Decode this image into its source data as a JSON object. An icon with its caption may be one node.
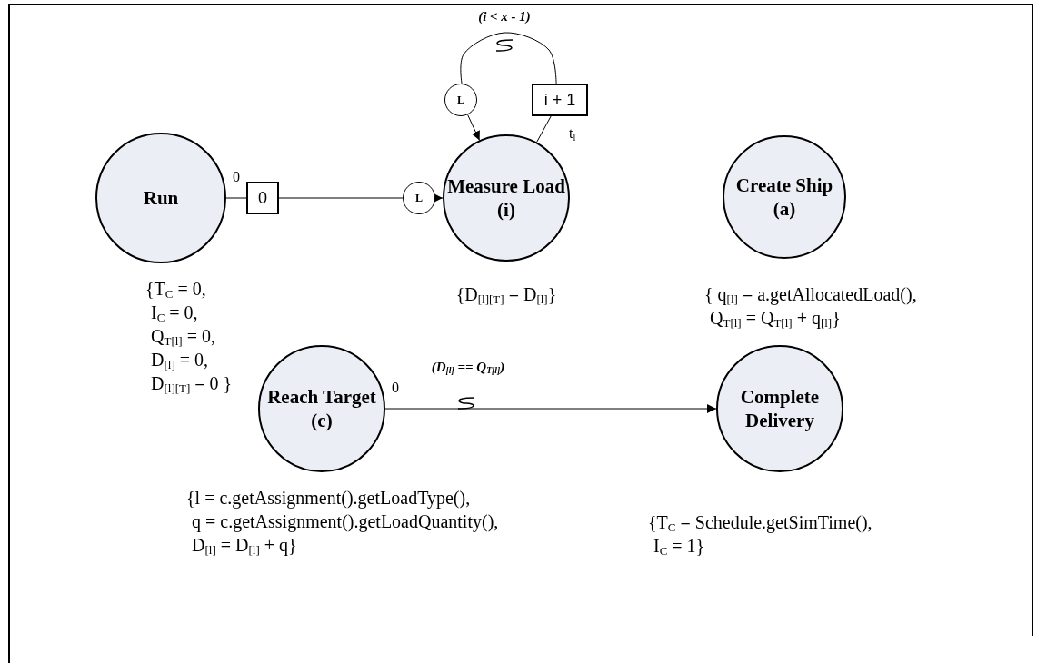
{
  "diagram": {
    "nodes": [
      {
        "text": [
          "Run"
        ],
        "beside": [
          "{T$_{C}$ = 0,",
          "I$_{C}$ = 0,",
          "Q$_{T[l]}$ = 0,",
          "D$_{[l]}$ = 0,",
          "D$_{[l][T]}$ = 0 }"
        ]
      },
      {
        "text": [
          "0"
        ]
      },
      {
        "text": [
          "L"
        ]
      },
      {
        "text": [
          "Measure Load",
          "(i)"
        ],
        "beside": [
          "{D$_{[l][T]}$ = D$_{[l]}$}"
        ]
      },
      {
        "text": [
          "i + 1"
        ]
      },
      {
        "text": [
          "L"
        ]
      },
      {
        "text": [
          "Create Ship",
          "(a)"
        ],
        "beside": [
          "{ q$_{[l]}$ = a.getAllocatedLoad(),",
          "Q$_{T[l]}$ =  Q$_{T[l]}$ + q$_{[l]}$}"
        ]
      },
      {
        "text": [
          "Reach Target",
          "(c)"
        ],
        "beside": [
          "{l = c.getAssignment().getLoadType(),",
          "q = c.getAssignment().getLoadQuantity(),",
          "D$_{[l]}$ =  D$_{[l]}$ + q}"
        ]
      },
      {
        "text": [
          "Complete Delivery"
        ],
        "beside": [
          "{T$_{C}$ = Schedule.getSimTime(),",
          "I$_{C}$ = 1}"
        ]
      }
    ],
    "edges": [
      {
        "from": 0,
        "to": 1,
        "arrow": "none"
      },
      {
        "from": 1,
        "to": 2,
        "arrow": "none"
      },
      {
        "from": 2,
        "to": 3,
        "arrow": "to"
      },
      {
        "from": 3,
        "to": 4,
        "arrow": "none"
      },
      {
        "from": 4,
        "to": 5,
        "arrow": "none",
        "label": "(i < x - 1)"
      },
      {
        "from": 5,
        "to": 3,
        "arrow": "to"
      },
      {
        "from": 7,
        "to": 8,
        "arrow": "to",
        "label": "(D$_{[l]}$ == Q$_{T[l]}$)"
      }
    ],
    "labels": [
      "0",
      "t$_{l}$",
      "0"
    ]
  }
}
